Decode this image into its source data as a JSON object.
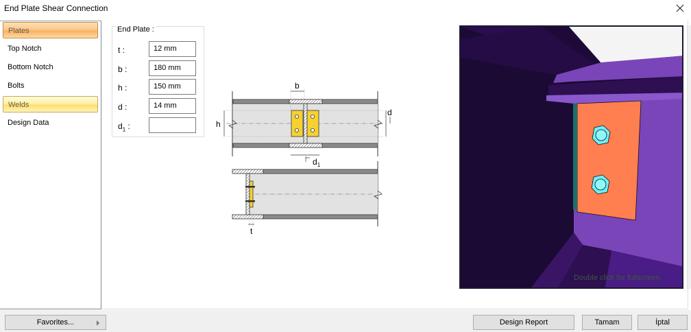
{
  "window": {
    "title": "End Plate Shear Connection",
    "close_icon": "close-icon"
  },
  "sidebar": {
    "items": [
      {
        "label": "Plates",
        "state": "selected-orange"
      },
      {
        "label": "Top Notch",
        "state": "normal"
      },
      {
        "label": "Bottom Notch",
        "state": "normal"
      },
      {
        "label": "Bolts",
        "state": "normal"
      },
      {
        "label": "Welds",
        "state": "highlighted-yellow"
      },
      {
        "label": "Design Data",
        "state": "normal"
      }
    ]
  },
  "end_plate": {
    "group_label": "End Plate :",
    "fields": [
      {
        "label": "t :",
        "value": "12 mm"
      },
      {
        "label": "b :",
        "value": "180 mm"
      },
      {
        "label": "h :",
        "value": "150 mm"
      },
      {
        "label": "d :",
        "value": "14 mm"
      },
      {
        "label": "d",
        "sub": "1",
        "suffix": " :",
        "value": ""
      }
    ]
  },
  "diagram": {
    "labels": {
      "b": "b",
      "h": "h",
      "d": "d",
      "d1": "d",
      "d1_sub": "1",
      "t": "t"
    },
    "colors": {
      "plate": "#f7d12e",
      "beam_fill": "#e2e2e2",
      "flange": "#8c8c8c"
    }
  },
  "viewport": {
    "hint": "Double click for fullscreen.",
    "colors": {
      "beam_dark": "#1b0a33",
      "beam_mid": "#2e0f52",
      "beam_light": "#7a45b8",
      "plate": "#ff7f50",
      "bolt": "#6ff0f8",
      "weld": "#1e6f6a",
      "background": "#f4f4f4"
    }
  },
  "footer": {
    "favorites_label": "Favorites...",
    "design_report_label": "Design Report",
    "ok_label": "Tamam",
    "cancel_label": "İptal"
  }
}
